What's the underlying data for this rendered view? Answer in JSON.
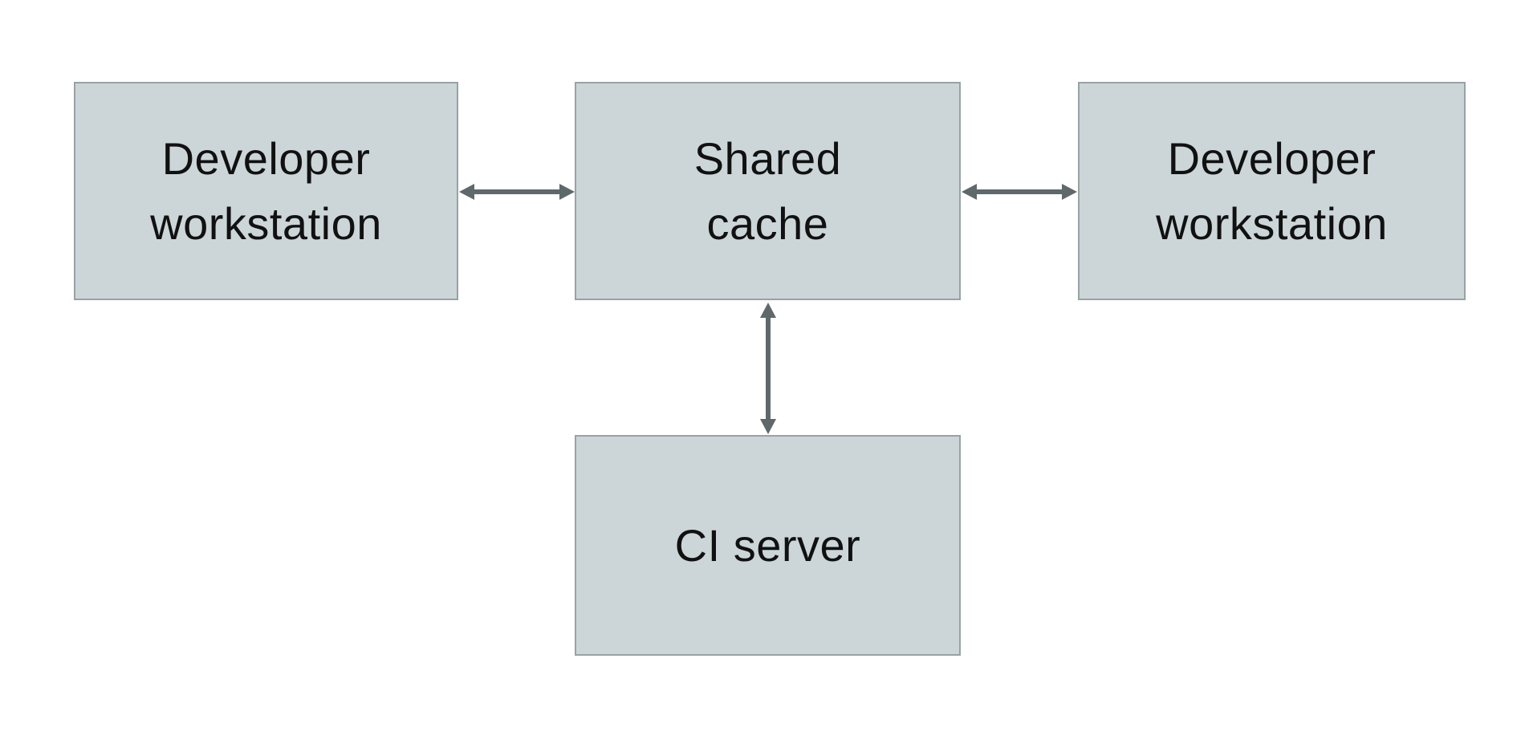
{
  "diagram": {
    "nodes": [
      {
        "id": "developer-workstation-left",
        "label": "Developer\nworkstation"
      },
      {
        "id": "shared-cache",
        "label": "Shared\ncache"
      },
      {
        "id": "developer-workstation-right",
        "label": "Developer\nworkstation"
      },
      {
        "id": "ci-server",
        "label": "CI server"
      }
    ],
    "connections": [
      {
        "from": "developer-workstation-left",
        "to": "shared-cache",
        "type": "bidirectional"
      },
      {
        "from": "shared-cache",
        "to": "developer-workstation-right",
        "type": "bidirectional"
      },
      {
        "from": "shared-cache",
        "to": "ci-server",
        "type": "bidirectional"
      }
    ]
  },
  "colors": {
    "background": "#ffffff",
    "node_fill": "#ccd6d9",
    "node_border": "#98a2a5",
    "arrow": "#5f696c",
    "text": "#111111"
  }
}
